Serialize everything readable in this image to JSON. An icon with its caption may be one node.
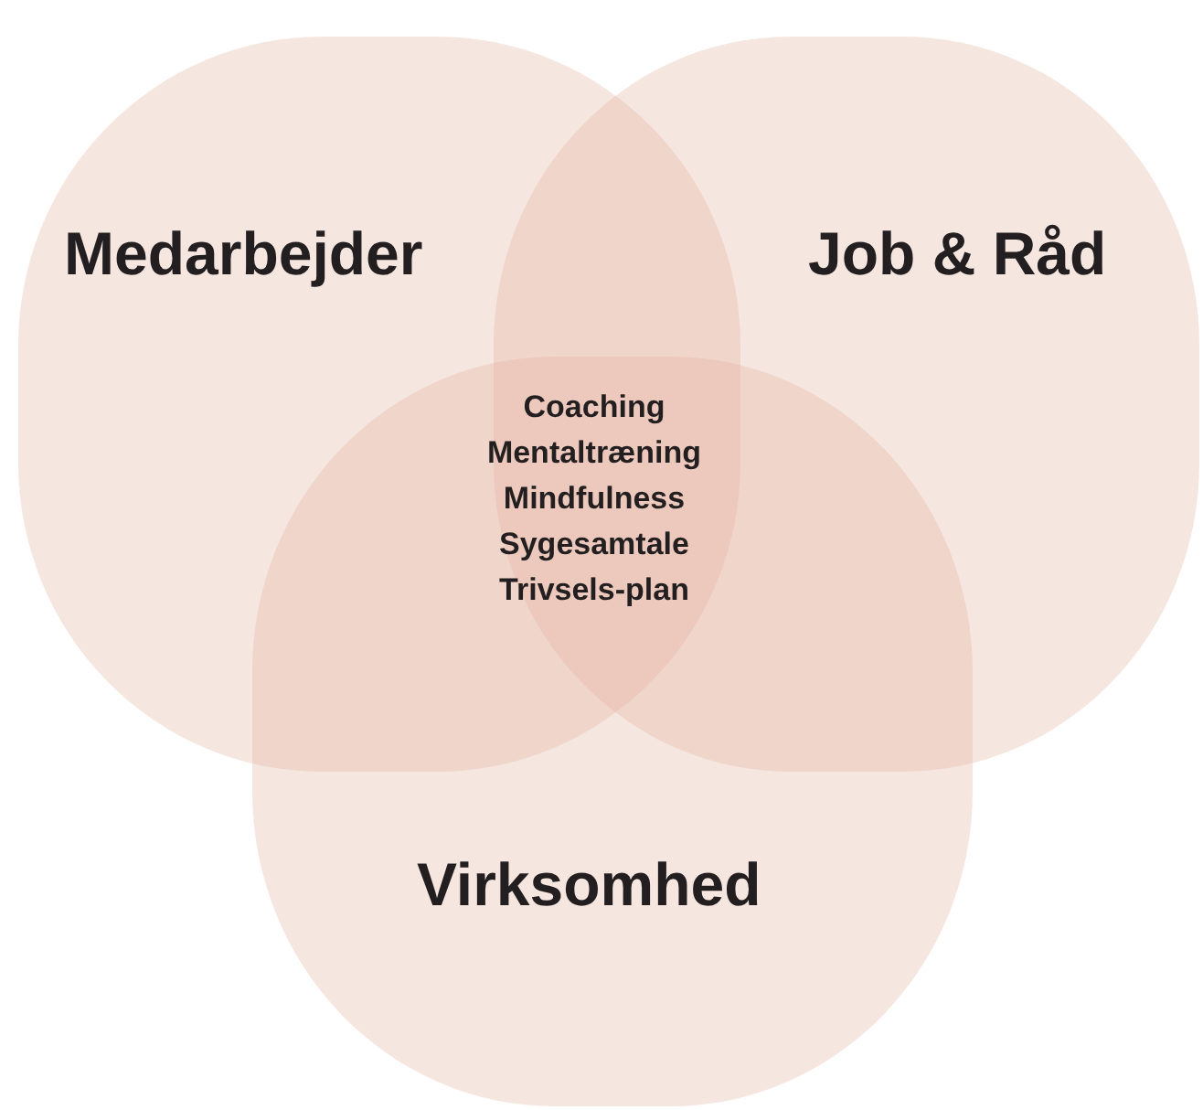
{
  "diagram": {
    "nodes": [
      {
        "text": [
          "Medarbejder"
        ]
      },
      {
        "text": [
          "Job & Råd"
        ]
      },
      {
        "text": [
          "Virksomhed"
        ]
      }
    ],
    "labels": [
      "Coaching",
      "Mentaltræning",
      "Mindfulness",
      "Sygesamtale",
      "Trivsels-plan"
    ]
  }
}
